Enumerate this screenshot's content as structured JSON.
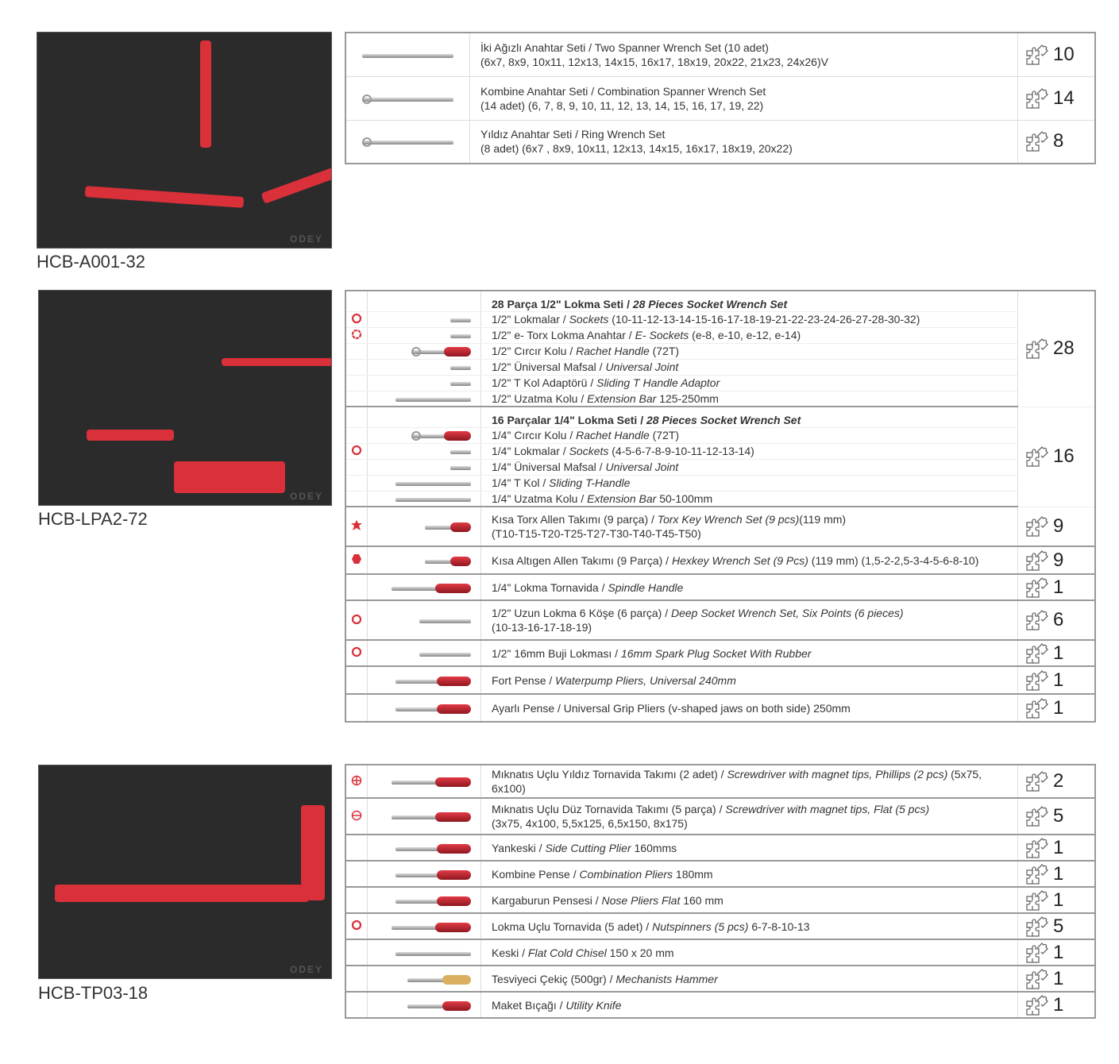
{
  "trays": [
    {
      "code": "HCB-A001-32",
      "brand": "ODEY"
    },
    {
      "code": "HCB-LPA2-72",
      "brand": "ODEY"
    },
    {
      "code": "HCB-TP03-18",
      "brand": "ODEY"
    }
  ],
  "colors": {
    "accent": "#d9303a",
    "border": "#999999"
  },
  "section1": [
    {
      "tool": "wrench",
      "a": "İki Ağızlı Anahtar Seti / Two Spanner Wrench Set (10 adet)",
      "b": "",
      "c": "",
      "line2": "(6x7, 8x9, 10x11, 12x13, 14x15, 16x17, 18x19, 20x22, 21x23, 24x26)V",
      "count": "10"
    },
    {
      "tool": "combo",
      "a": "Kombine Anahtar Seti / Combination Spanner Wrench Set",
      "b": "",
      "c": "",
      "line2": "(14 adet) (6, 7, 8, 9, 10, 11, 12, 13, 14, 15, 16, 17, 19, 22)",
      "count": "14"
    },
    {
      "tool": "ring",
      "a": "Yıldız Anahtar Seti / Ring Wrench Set",
      "b": "",
      "c": "",
      "line2": "(8 adet) (6x7 , 8x9, 10x11, 12x13, 14x15, 16x17, 18x19, 20x22)",
      "count": "8"
    }
  ],
  "section2_groups": [
    {
      "head_a": "28 Parça 1/2\"  Lokma Seti / ",
      "head_b": "28 Pieces Socket Wrench Set",
      "count": "28",
      "rows": [
        {
          "marker": "ring",
          "tool": "socket",
          "a": "1/2\"  Lokmalar / ",
          "b": "Sockets",
          "c": " (10-11-12-13-14-15-16-17-18-19-21-22-23-24-26-27-28-30-32)"
        },
        {
          "marker": "torx",
          "tool": "socket",
          "a": "1/2\" e- Torx Lokma Anahtar / ",
          "b": "E- Sockets",
          "c": " (e-8, e-10, e-12, e-14)"
        },
        {
          "marker": "",
          "tool": "ratchet",
          "a": "1/2\" Cırcır Kolu / ",
          "b": "Rachet Handle",
          "c": " (72T)"
        },
        {
          "marker": "",
          "tool": "socket",
          "a": "1/2\" Üniversal Mafsal /  ",
          "b": "Universal Joint",
          "c": ""
        },
        {
          "marker": "",
          "tool": "socket",
          "a": "1/2\" T Kol Adaptörü / ",
          "b": "Sliding T Handle Adaptor",
          "c": ""
        },
        {
          "marker": "",
          "tool": "bar",
          "a": "1/2\" Uzatma Kolu / ",
          "b": "Extension Bar",
          "c": " 125-250mm"
        }
      ]
    },
    {
      "head_a": "16 Parçalar 1/4\" Lokma Seti / ",
      "head_b": "28 Pieces Socket Wrench Set",
      "count": "16",
      "rows": [
        {
          "marker": "",
          "tool": "ratchet",
          "a": "1/4\" Cırcır Kolu / ",
          "b": "Rachet Handle",
          "c": " (72T)"
        },
        {
          "marker": "ring",
          "tool": "socket",
          "a": "1/4\" Lokmalar / ",
          "b": "Sockets",
          "c": " (4-5-6-7-8-9-10-11-12-13-14)"
        },
        {
          "marker": "",
          "tool": "socket",
          "a": "1/4\" Üniversal Mafsal /  ",
          "b": "Universal Joint",
          "c": ""
        },
        {
          "marker": "",
          "tool": "bar",
          "a": "1/4\" T Kol / ",
          "b": "Sliding T-Handle",
          "c": ""
        },
        {
          "marker": "",
          "tool": "bar",
          "a": "1/4\" Uzatma Kolu / ",
          "b": "Extension Bar",
          "c": "  50-100mm"
        }
      ]
    }
  ],
  "section2_items": [
    {
      "marker": "star",
      "tool": "allen",
      "a": "Kısa Torx Allen Takımı (9 parça) / ",
      "b": "Torx Key Wrench Set (9 pcs)",
      "c": "(119 mm)",
      "line2": "(T10-T15-T20-T25-T27-T30-T40-T45-T50)",
      "count": "9"
    },
    {
      "marker": "hex",
      "tool": "allen",
      "a": "Kısa Altıgen Allen Takımı (9 Parça) / ",
      "b": "Hexkey Wrench Set (9 Pcs)",
      "c": " (119 mm) (1,5-2-2,5-3-4-5-6-8-10)",
      "line2": "",
      "count": "9"
    },
    {
      "marker": "",
      "tool": "driver",
      "a": "1/4\" Lokma Tornavida / ",
      "b": "Spindle Handle",
      "c": "",
      "line2": "",
      "count": "1"
    },
    {
      "marker": "ring",
      "tool": "deep",
      "a": "1/2\" Uzun Lokma 6 Köşe  (6 parça) / ",
      "b": "Deep Socket Wrench Set, Six Points  (6 pieces)",
      "c": "",
      "line2": "(10-13-16-17-18-19)",
      "count": "6"
    },
    {
      "marker": "ring",
      "tool": "deep",
      "a": "1/2\" 16mm Buji Lokması / ",
      "b": "16mm Spark Plug Socket With Rubber",
      "c": "",
      "line2": "",
      "count": "1"
    },
    {
      "marker": "",
      "tool": "pliers",
      "a": "Fort Pense / ",
      "b": "Waterpump Pliers, Universal 240mm",
      "c": "",
      "line2": "",
      "count": "1"
    },
    {
      "marker": "",
      "tool": "pliers",
      "a": "Ayarlı Pense  / Universal Grip Pliers (v-shaped jaws on both side) 250mm",
      "b": "",
      "c": "",
      "line2": "",
      "count": "1"
    }
  ],
  "section3_items": [
    {
      "marker": "phillips",
      "tool": "driver",
      "a": "Mıknatıs Uçlu Yıldız Tornavida Takımı (2 adet) / ",
      "b": "Screwdriver with magnet tips, Phillips (2 pcs)",
      "c": " (5x75, 6x100)",
      "line2": "",
      "count": "2"
    },
    {
      "marker": "flat",
      "tool": "driver",
      "a": "Mıknatıs Uçlu Düz Tornavida Takımı (5 parça)  / ",
      "b": "Screwdriver with magnet tips, Flat (5 pcs)",
      "c": "",
      "line2": "(3x75, 4x100, 5,5x125, 6,5x150, 8x175)",
      "count": "5"
    },
    {
      "marker": "",
      "tool": "pliers",
      "a": "Yankeski  / ",
      "b": "Side Cutting Plier",
      "c": " 160mms",
      "line2": "",
      "count": "1"
    },
    {
      "marker": "",
      "tool": "pliers",
      "a": "Kombine Pense  / ",
      "b": "Combination Pliers",
      "c": "  180mm",
      "line2": "",
      "count": "1"
    },
    {
      "marker": "",
      "tool": "pliers",
      "a": "Kargaburun Pensesi / ",
      "b": "Nose Pliers Flat",
      "c": "  160 mm",
      "line2": "",
      "count": "1"
    },
    {
      "marker": "ring",
      "tool": "driver",
      "a": "Lokma Uçlu Tornavida (5 adet) / ",
      "b": "Nutspinners (5 pcs)",
      "c": "  6-7-8-10-13",
      "line2": "",
      "count": "5"
    },
    {
      "marker": "",
      "tool": "chisel",
      "a": "Keski  / ",
      "b": "Flat Cold Chisel",
      "c": " 150 x 20 mm",
      "line2": "",
      "count": "1"
    },
    {
      "marker": "",
      "tool": "hammer",
      "a": "Tesviyeci Çekiç (500gr) / ",
      "b": "Mechanists Hammer",
      "c": "",
      "line2": "",
      "count": "1"
    },
    {
      "marker": "",
      "tool": "knife",
      "a": "Maket Bıçağı / ",
      "b": "Utility Knife",
      "c": "",
      "line2": "",
      "count": "1"
    }
  ]
}
